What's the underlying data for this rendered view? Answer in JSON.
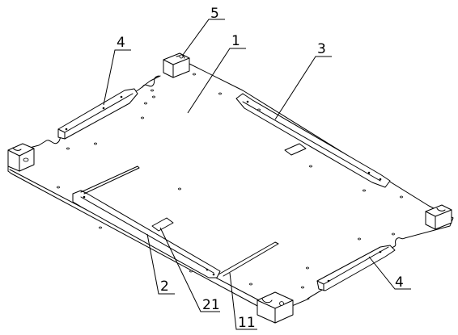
{
  "figure": {
    "labels": [
      {
        "id": "label-1",
        "text": "1"
      },
      {
        "id": "label-2",
        "text": "2"
      },
      {
        "id": "label-3",
        "text": "3"
      },
      {
        "id": "label-4-top",
        "text": "4"
      },
      {
        "id": "label-4-bottom",
        "text": "4"
      },
      {
        "id": "label-5",
        "text": "5"
      },
      {
        "id": "label-11",
        "text": "11"
      },
      {
        "id": "label-21",
        "text": "21"
      }
    ]
  }
}
